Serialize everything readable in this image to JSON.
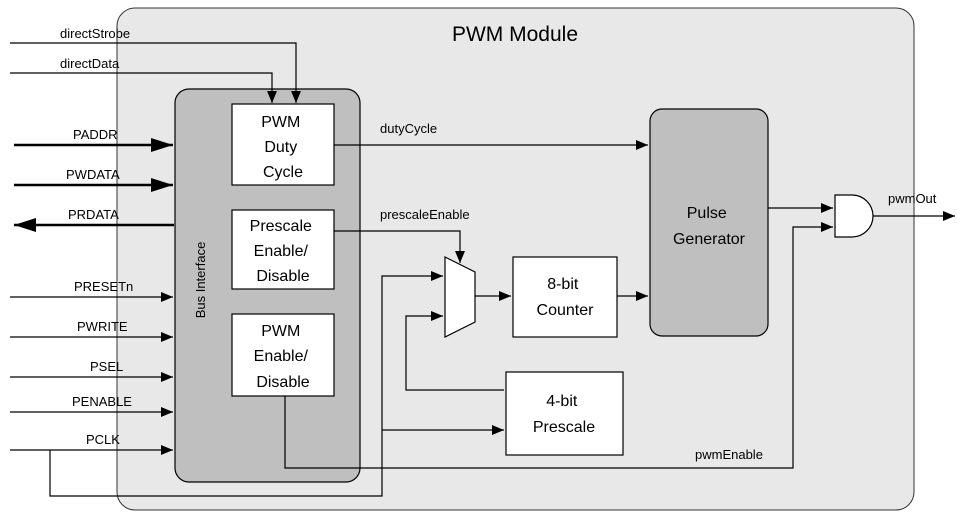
{
  "module_title": "PWM Module",
  "bus_interface": "Bus Interface",
  "blocks": {
    "duty": [
      "PWM",
      "Duty",
      "Cycle"
    ],
    "prescale_en": [
      "Prescale",
      "Enable/",
      "Disable"
    ],
    "pwm_en": [
      "PWM",
      "Enable/",
      "Disable"
    ],
    "pulse_gen": [
      "Pulse",
      "Generator"
    ],
    "counter": [
      "8-bit",
      "Counter"
    ],
    "prescale4": [
      "4-bit",
      "Prescale"
    ]
  },
  "inputs": {
    "directStrobe": "directStrobe",
    "directData": "directData",
    "PADDR": "PADDR",
    "PWDATA": "PWDATA",
    "PRDATA": "PRDATA",
    "PRESETn": "PRESETn",
    "PWRITE": "PWRITE",
    "PSEL": "PSEL",
    "PENABLE": "PENABLE",
    "PCLK": "PCLK"
  },
  "signals": {
    "dutyCycle": "dutyCycle",
    "prescaleEnable": "prescaleEnable",
    "pwmEnable": "pwmEnable",
    "pwmOut": "pwmOut"
  }
}
